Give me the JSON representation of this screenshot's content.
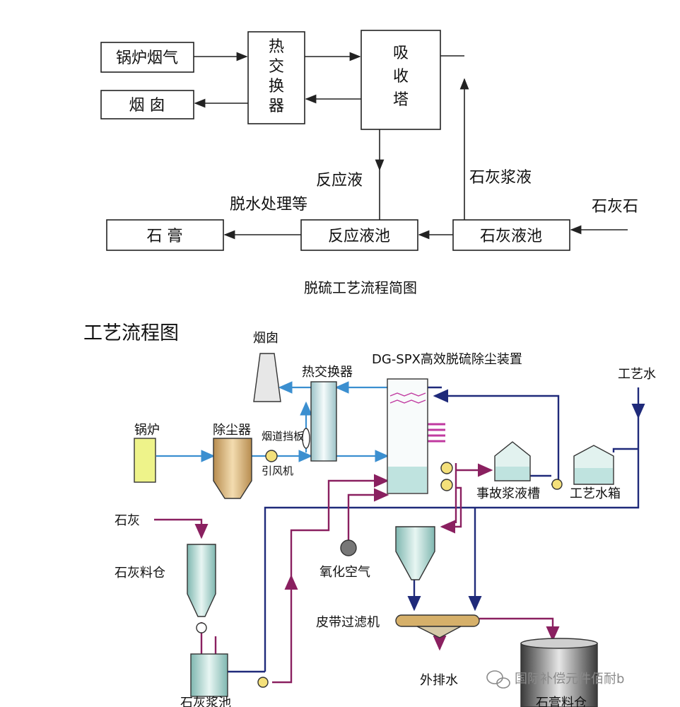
{
  "top_diagram": {
    "boxes": {
      "boiler_flue_gas": "锅炉烟气",
      "chimney": "烟 囱",
      "heat_exchanger": [
        "热",
        "交",
        "换",
        "器"
      ],
      "absorber": [
        "吸",
        "收",
        "塔"
      ],
      "gypsum": "石 膏",
      "reaction_tank": "反应液池",
      "lime_tank": "石灰液池"
    },
    "labels": {
      "reaction_liquid": "反应液",
      "lime_slurry": "石灰浆液",
      "dewatering": "脱水处理等",
      "limestone": "石灰石"
    },
    "caption": "脱硫工艺流程简图"
  },
  "bottom_diagram": {
    "title": "工艺流程图",
    "labels": {
      "chimney": "烟囱",
      "heat_exchanger": "热交换器",
      "device": "DG-SPX高效脱硫除尘装置",
      "process_water": "工艺水",
      "boiler": "锅炉",
      "dust_collector": "除尘器",
      "flue_baffle": "烟道挡板",
      "induced_fan": "引风机",
      "emergency_tank": "事故浆液槽",
      "process_water_tank": "工艺水箱",
      "lime": "石灰",
      "lime_silo": "石灰料仓",
      "oxidation_air": "氧化空气",
      "belt_filter": "皮带过滤机",
      "drain_water": "外排水",
      "lime_slurry_tank": "石灰浆池",
      "gypsum_silo": "石膏料仓"
    },
    "watermark": "国际补偿元件佰耐b"
  },
  "colors": {
    "line": "#222222",
    "blue": "#3b8fd0",
    "navy": "#1f2a7a",
    "purple": "#8a2060",
    "magenta": "#c03aa0",
    "tank_fill": "#cfe6e0",
    "dust_fill": "#c9a26a",
    "boiler_fill": "#eef38a"
  }
}
